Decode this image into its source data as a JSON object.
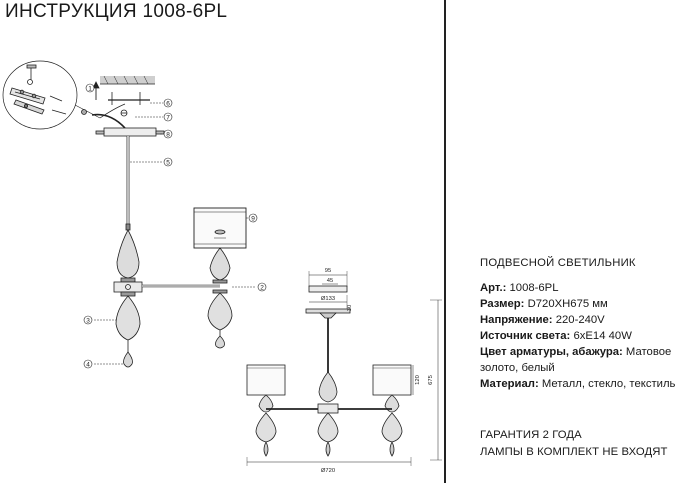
{
  "header": {
    "title": "ИНСТРУКЦИЯ 1008-6PL"
  },
  "product": {
    "type": "ПОДВЕСНОЙ СВЕТИЛЬНИК",
    "specs": [
      {
        "label": "Арт.:",
        "value": " 1008-6PL"
      },
      {
        "label": "Размер:",
        "value": " D720XH675 мм"
      },
      {
        "label": "Напряжение:",
        "value": " 220-240V"
      },
      {
        "label": "Источник света:",
        "value": " 6xE14 40W"
      },
      {
        "label": "Цвет арматуры, абажура:",
        "value": " Матовое золото, белый"
      },
      {
        "label": "Материал:",
        "value": " Металл, стекло, текстиль"
      }
    ],
    "warranty": "ГАРАНТИЯ 2 ГОДА",
    "lamps_note": "ЛАМПЫ В КОМПЛЕКТ НЕ ВХОДЯТ"
  },
  "callouts": [
    "1",
    "2",
    "3",
    "4",
    "5",
    "6",
    "7",
    "8",
    "9"
  ],
  "dimensions": {
    "top_width": "95",
    "inner_width": "45",
    "canopy_diameter": "Ø133",
    "canopy_height": "30",
    "shade_height": "120",
    "total_height": "675",
    "total_diameter": "Ø720"
  }
}
